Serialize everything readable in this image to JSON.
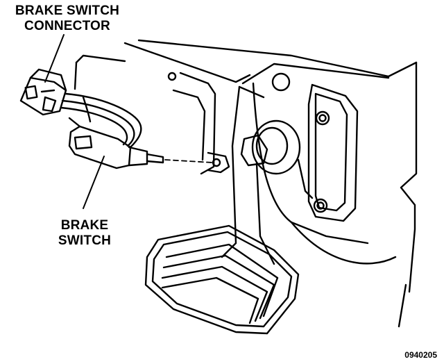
{
  "labels": {
    "connector_line1": "BRAKE SWITCH",
    "connector_line2": "CONNECTOR",
    "switch_line1": "BRAKE",
    "switch_line2": "SWITCH"
  },
  "figure_id": "0940205",
  "colors": {
    "ink": "#000000",
    "paper": "#ffffff"
  }
}
